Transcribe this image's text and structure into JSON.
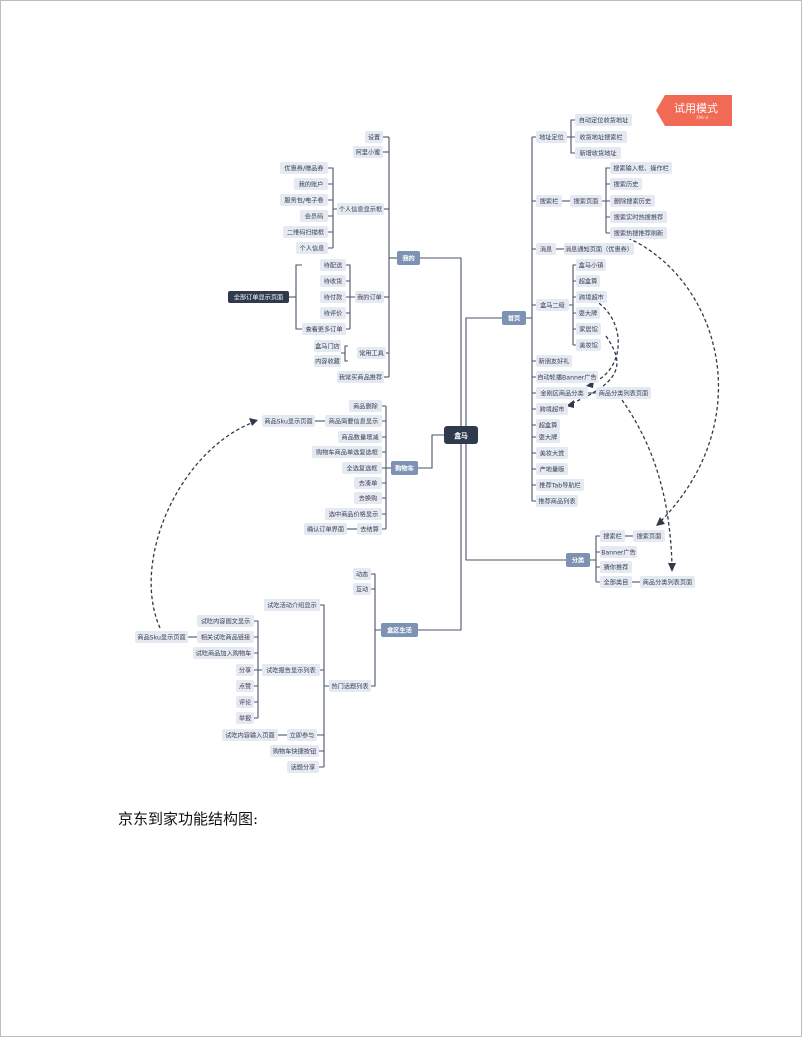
{
  "watermark": {
    "title": "试用模式",
    "subtitle": "XMind ◦ ◦"
  },
  "caption": "京东到家功能结构图:",
  "mindmap": {
    "root": "盒马",
    "branches": {
      "mine": "我的",
      "home": "首页",
      "cart": "购物车",
      "life": "盒区生活",
      "category": "分类"
    },
    "mine": {
      "settings": "设置",
      "ahema": "阿里小蜜",
      "profile": "个人信息显示框",
      "profile_items": [
        "优惠券/赠品券",
        "我的账户",
        "服务包/电子卷",
        "会员码",
        "二维码扫描框",
        "个人信息"
      ],
      "orders": "我的订单",
      "order_items": [
        "待配送",
        "待收货",
        "待付款",
        "待评价",
        "查看更多订单"
      ],
      "all_orders": "全部订单显示页面",
      "tools": "常用工具",
      "tool_items": [
        "盒马门店",
        "内容收藏"
      ],
      "recommend": "我常买商品推荐"
    },
    "cart": {
      "sku_page": "商品Sku显示页面",
      "items": [
        "商品删除",
        "商品简要信息显示",
        "商品数量增减",
        "购物车商品单选复选框",
        "全选复选框",
        "去凑单",
        "去换购",
        "选中商品价格显示",
        "去结算"
      ],
      "confirm": "确认订单界面"
    },
    "life": {
      "items": [
        "动态",
        "互动",
        "试吃活动介绍显示",
        "热门话题列表"
      ],
      "report": "试吃报告显示列表",
      "report_items": [
        "试吃内容图文显示",
        "相关试吃商品链接",
        "试吃商品加入购物车",
        "分享",
        "点赞",
        "评论",
        "举报"
      ],
      "sku_page": "商品Sku显示页面",
      "join": "立即参与",
      "join_page": "试吃内容输入页面",
      "cart_btn": "购物车快捷按钮",
      "share": "话题分享"
    },
    "home": {
      "address": "地址定位",
      "address_items": [
        "自动定位收货地址",
        "收货地址搜索栏",
        "新增收货地址"
      ],
      "search": "搜索栏",
      "search_page": "搜索页面",
      "search_items": [
        "搜索输入框、操作栏",
        "搜索历史",
        "删除搜索历史",
        "搜索实时热搜推荐",
        "搜索热搜推荐刷新"
      ],
      "message": "消息",
      "message_page": "消息通知页面（优惠券）",
      "level2": "盒马二级",
      "level2_items": [
        "盒马小镇",
        "超盒算",
        "跨境超市",
        "耍大牌",
        "家居馆",
        "美妆馆"
      ],
      "others": [
        "新朋友好礼",
        "自动轮播Banner广告",
        "金刚区商品分类",
        "跨境超市",
        "超盒算",
        "耍大牌",
        "美妆大赏",
        "产地量贩",
        "推荐Tab导航栏",
        "推荐商品列表"
      ],
      "category_list": "商品分类列表页面"
    },
    "category": {
      "search": "搜索栏",
      "search_page": "搜索页面",
      "banner": "Banner广告",
      "guess": "猜你推荐",
      "all": "全部类目",
      "list_page": "商品分类列表页面"
    }
  }
}
